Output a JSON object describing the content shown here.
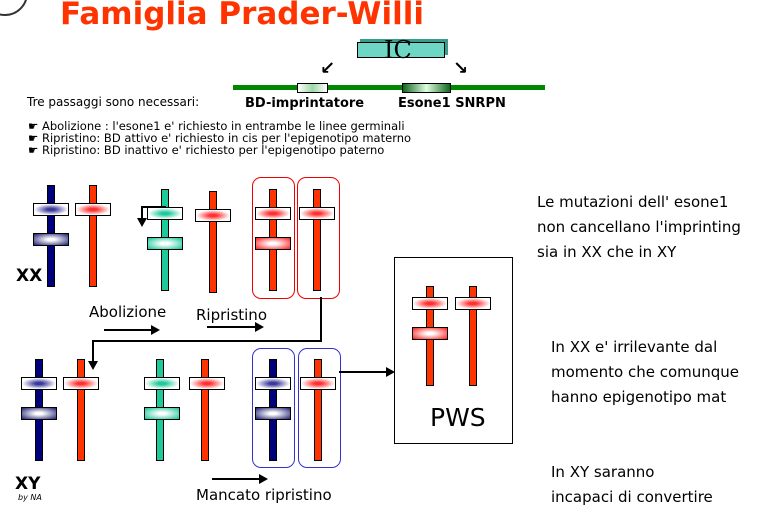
{
  "title": "Famiglia Prader-Willi",
  "ic_label": "IC",
  "gene": {
    "bd_label": "BD-imprintatore",
    "exon_label": "Esone1 SNRPN"
  },
  "intro": "Tre passaggi sono necessari:",
  "bullets": [
    "Abolizione : l'esone1 e' richiesto in entrambe le linee germinali",
    "Ripristino: BD attivo e' richiesto in cis per l'epigenotipo materno",
    "Ripristino: BD inattivo e' richiesto per l'epigenotipo paterno"
  ],
  "xx_label": "XX",
  "xy_label": "XY",
  "author": "by NA",
  "steps": {
    "abolizione": "Abolizione",
    "ripristino": "Ripristino",
    "mancato": "Mancato ripristino"
  },
  "pws_label": "PWS",
  "notes": [
    [
      "Le mutazioni dell' esone1",
      "non cancellano l'imprinting",
      "sia in XX che in XY"
    ],
    [
      "In XX e' irrilevante dal",
      "momento che comunque",
      "hanno epigenotipo mat"
    ],
    [
      "In XY saranno",
      "incapaci di convertire"
    ]
  ],
  "colors": {
    "title": "#ff3300",
    "paternal": "#00007a",
    "maternal": "#ff3300",
    "erased": "#1ec99a",
    "gene_line": "#008800"
  }
}
